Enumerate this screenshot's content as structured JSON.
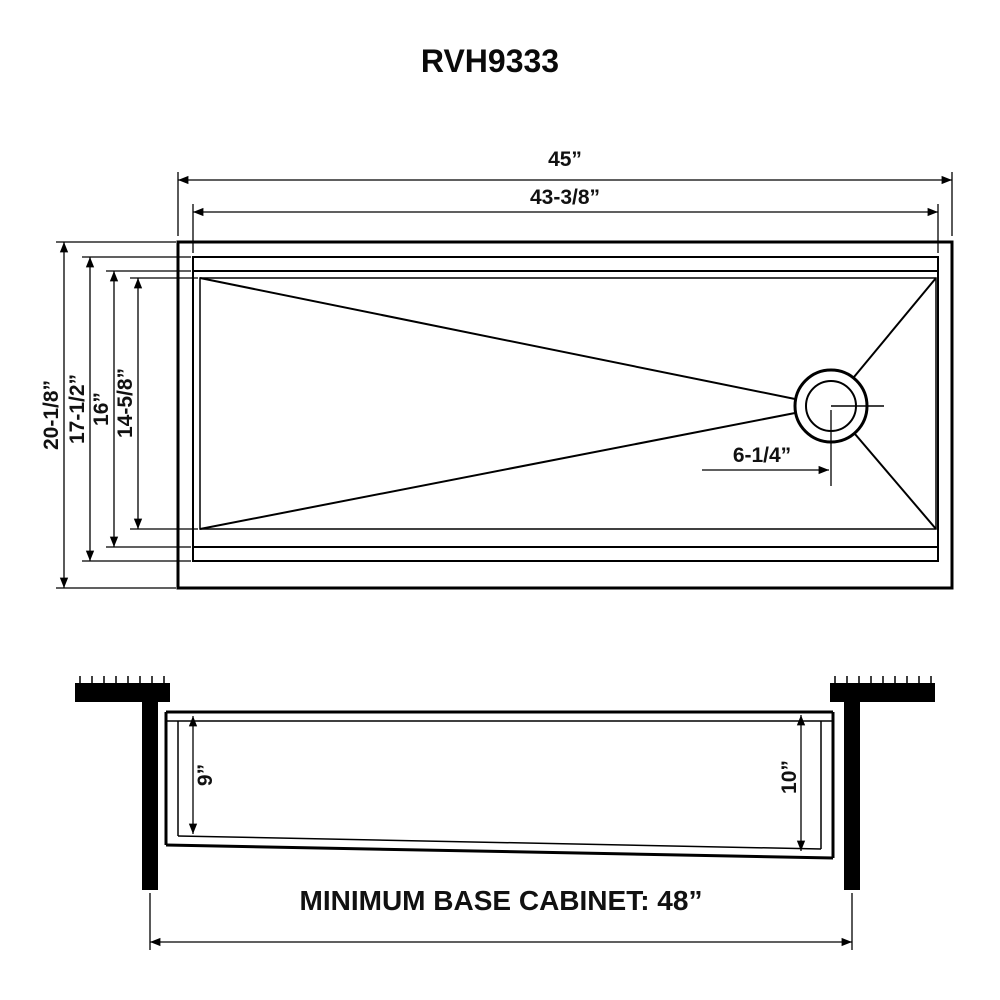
{
  "title": "RVH9333",
  "top_view": {
    "overall_width_label": "45”",
    "bowl_width_label": "43-3/8”",
    "overall_front_to_back_label": "20-1/8”",
    "outer_bowl_depth_label": "17-1/2”",
    "mid_depth_label": "16”",
    "bowl_inner_depth_label": "14-5/8”",
    "drain_offset_label": "6-1/4”"
  },
  "section_view": {
    "left_bowl_depth_label": "9”",
    "right_bowl_depth_label": "10”",
    "base_cabinet_label": "MINIMUM BASE CABINET: 48”"
  },
  "colors": {
    "line": "#000000",
    "background": "#ffffff"
  }
}
